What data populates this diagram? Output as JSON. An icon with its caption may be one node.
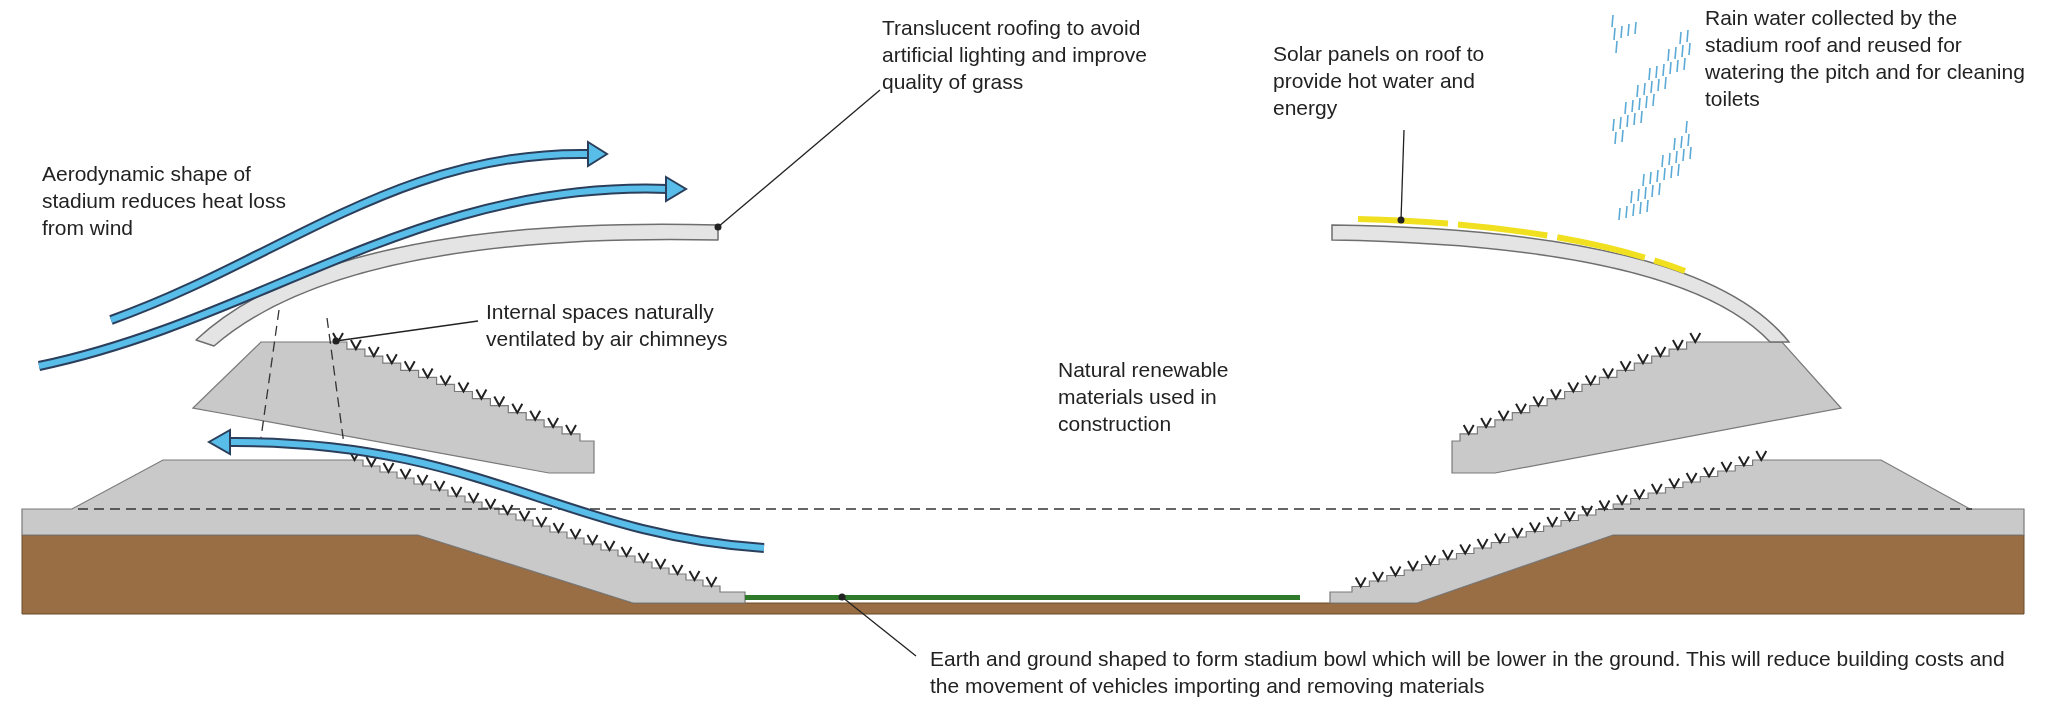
{
  "diagram": {
    "nodes": [
      {
        "text": [
          "Translucent roofing to avoid artificial lighting and improve quality of grass"
        ]
      },
      {
        "text": [],
        "shape": "bar"
      },
      {
        "text": [
          "Solar panels on roof to provide hot water and energy"
        ]
      },
      {
        "text": [],
        "shape": "bar"
      },
      {
        "text": [
          "Internal spaces naturally ventilated by air chimneys"
        ]
      },
      {
        "text": [],
        "shape": "picture"
      },
      {
        "text": [
          "Earth and ground shaped to form stadium bowl which will be lower in the ground. This will reduce building costs and the movement of vehicles importing and removing materials"
        ]
      },
      {
        "text": [],
        "shape": "bar"
      },
      {
        "text": [],
        "shape": "picture"
      }
    ],
    "edges": [
      {
        "from": 0,
        "to": 1,
        "arrow": "other"
      },
      {
        "from": 2,
        "to": 3,
        "arrow": "other"
      },
      {
        "from": 4,
        "to": 5,
        "arrow": "other"
      },
      {
        "from": 6,
        "to": 7,
        "arrow": "other"
      }
    ],
    "labels": [
      "Aerodynamic shape of stadium reduces heat loss from wind",
      "Natural renewable materials used in construction",
      "Rain water collected by the stadium roof and reused for watering the pitch and for cleaning toilets"
    ]
  }
}
